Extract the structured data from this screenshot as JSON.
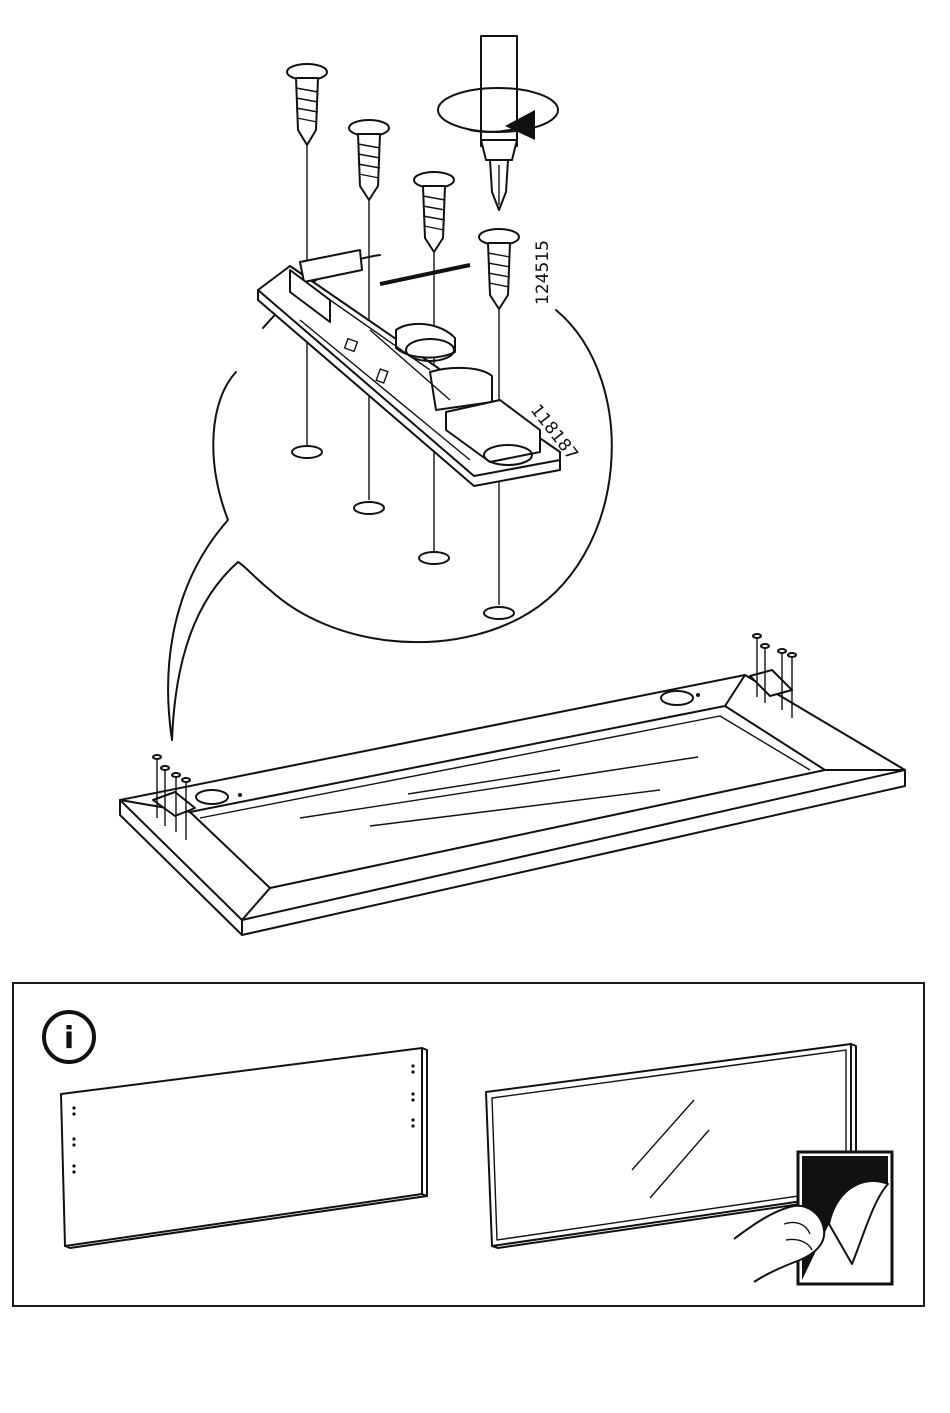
{
  "part_numbers": {
    "screw": "124515",
    "bracket": "118187"
  },
  "info_panel": {
    "icon_glyph": "i",
    "icon": "info-icon"
  },
  "colors": {
    "line": "#111111",
    "background": "#ffffff"
  }
}
